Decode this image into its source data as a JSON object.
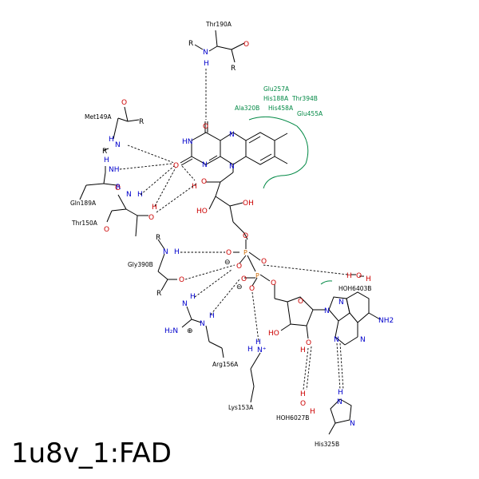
{
  "diagram": {
    "caption": "1u8v_1:FAD",
    "residues": {
      "thr190a": "Thr190A",
      "met149a": "Met149A",
      "gln189a": "Gln189A",
      "thr150a": "Thr150A",
      "gly390b": "Gly390B",
      "arg156a": "Arg156A",
      "lys153a": "Lys153A",
      "hoh6027b": "HOH6027B",
      "hoh6403b": "HOH6403B",
      "his325b": "His325B"
    },
    "hydrophobic": {
      "glu257a": "Glu257A",
      "his188a": "His188A",
      "thr394b": "Thr394B",
      "ala320b": "Ala320B",
      "his458a": "His458A",
      "glu455a": "Glu455A"
    },
    "atoms": {
      "N": "N",
      "H": "H",
      "O": "O",
      "R": "R",
      "P": "P",
      "HN": "HN",
      "HO": "HO",
      "OH": "OH",
      "NH": "NH",
      "NH2": "NH2",
      "H2N": "H₂N",
      "minus": "⊖",
      "plus": "⊕",
      "nplus": "N⁺",
      "nh2_sub": "₂"
    }
  }
}
